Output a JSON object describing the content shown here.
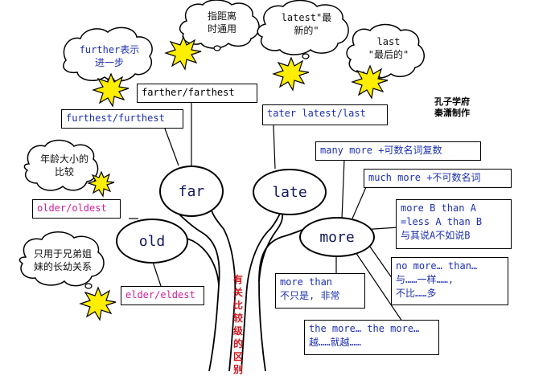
{
  "credit": {
    "line1": "孔子学府",
    "line2": "秦潇制作"
  },
  "nodes": {
    "far": "far",
    "late": "late",
    "old": "old",
    "more": "more"
  },
  "trunk_label": [
    "有",
    "关",
    "比",
    "较",
    "级",
    "的",
    "区",
    "别"
  ],
  "boxes": {
    "farther": "farther/farthest",
    "furthest": "furthest/furthest",
    "tater": "tater latest/last",
    "older": "older/oldest",
    "elder": "elder/eldest",
    "many_more": "many more +可数名词复数",
    "much_more": "much more +不可数名词",
    "more_b": [
      "more B than A",
      "=less A than B",
      "与其说A不如说B"
    ],
    "no_more": [
      "no more… than…",
      "与……一样……,",
      "不比……多"
    ],
    "more_than": [
      "more than",
      "不只是, 非常"
    ],
    "the_more": [
      "the more… the more…",
      "越……就越……"
    ]
  },
  "bubbles": {
    "further": [
      "further表示",
      "进一步"
    ],
    "distance": [
      "指距离",
      "时通用"
    ],
    "latest": [
      "latest\"最",
      "新的\""
    ],
    "last": [
      "last",
      "\"最后的\""
    ],
    "age": [
      "年龄大小的",
      "比较"
    ],
    "siblings": [
      "只用于兄弟姐",
      "妹的长幼关系"
    ]
  },
  "colors": {
    "blue_text": "#1c2fb0",
    "magenta_text": "#cc1f9c",
    "red_text": "#d4141a",
    "burst_yellow": "#ffee00",
    "node_text": "#12195c"
  }
}
